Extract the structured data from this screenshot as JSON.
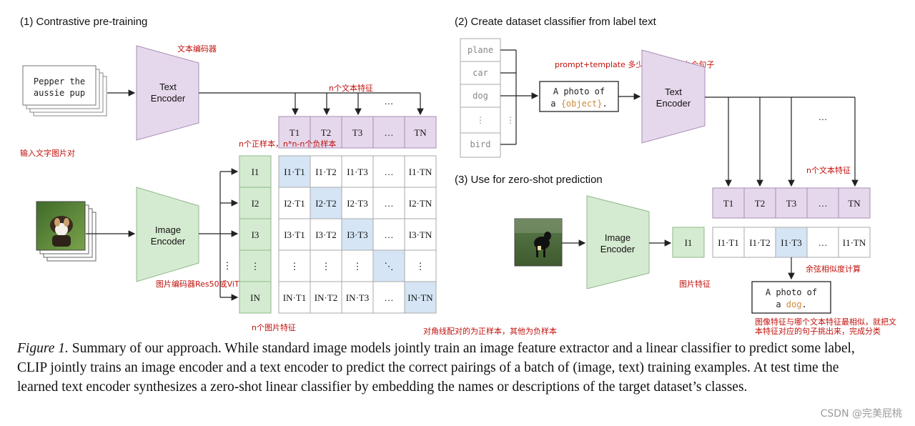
{
  "sections": {
    "s1": "(1) Contrastive pre-training",
    "s2": "(2) Create dataset classifier from label text",
    "s3": "(3) Use for zero-shot prediction"
  },
  "encoders": {
    "text_line1": "Text",
    "text_line2": "Encoder",
    "image_line1": "Image",
    "image_line2": "Encoder"
  },
  "input_text": {
    "line1": "Pepper the",
    "line2": "aussie pup"
  },
  "labels": [
    "plane",
    "car",
    "dog",
    "bird"
  ],
  "prompt": {
    "line1": "A photo of",
    "line2_prefix": "a ",
    "line2_obj": "{object}",
    "line2_suffix": "."
  },
  "result": {
    "line1": "A photo of",
    "line2_prefix": "a ",
    "line2_obj": "dog",
    "line2_suffix": "."
  },
  "matrix": {
    "t_labels": [
      "T1",
      "T2",
      "T3",
      "…",
      "TN"
    ],
    "i_labels": [
      "I1",
      "I2",
      "I3",
      "⋮",
      "IN"
    ],
    "cells": [
      [
        "I1·T1",
        "I1·T2",
        "I1·T3",
        "…",
        "I1·TN"
      ],
      [
        "I2·T1",
        "I2·T2",
        "I2·T3",
        "…",
        "I2·TN"
      ],
      [
        "I3·T1",
        "I3·T2",
        "I3·T3",
        "…",
        "I3·TN"
      ],
      [
        "⋮",
        "⋮",
        "⋮",
        "⋱",
        "⋮"
      ],
      [
        "IN·T1",
        "IN·T2",
        "IN·T3",
        "…",
        "IN·TN"
      ]
    ]
  },
  "zeroshot": {
    "t_labels": [
      "T1",
      "T2",
      "T3",
      "…",
      "TN"
    ],
    "i_label": "I1",
    "cells": [
      "I1·T1",
      "I1·T2",
      "I1·T3",
      "…",
      "I1·TN"
    ]
  },
  "ellipsis_h": "…",
  "ellipsis_v": "⋮",
  "annotations": {
    "text_encoder_cn": "文本编码器",
    "n_text_features": "n个文本特征",
    "pos_neg": "n个正样本，n*n-n个负样本",
    "input_pairs": "输入文字图片对",
    "image_encoder_cn": "图片编码器Res50或ViT",
    "n_image_features": "n个图片特征",
    "diag_note": "对角线配对的为正样本，其他为负样本",
    "prompt_template": "prompt+template 多少个类变为多少个句子",
    "n_text_features_2": "n个文本特征",
    "cosine": "余弦相似度计算",
    "image_feature": "图片特征",
    "final_note_1": "图像特征与哪个文本特征最相似，就把文",
    "final_note_2": "本特征对应的句子挑出来，完成分类"
  },
  "caption": {
    "figure_label": "Figure 1.",
    "text": "Summary of our approach. While standard image models jointly train an image feature extractor and a linear classifier to predict some label, CLIP jointly trains an image encoder and a text encoder to predict the correct pairings of a batch of (image, text) training examples. At test time the learned text encoder synthesizes a zero-shot linear classifier by embedding the names or descriptions of the target dataset’s classes."
  },
  "watermark": "CSDN @完美屁桃",
  "colors": {
    "text_encoder": "#e6d8ec",
    "image_encoder": "#d5ebd1",
    "diag_highlight": "#d5e5f5"
  }
}
